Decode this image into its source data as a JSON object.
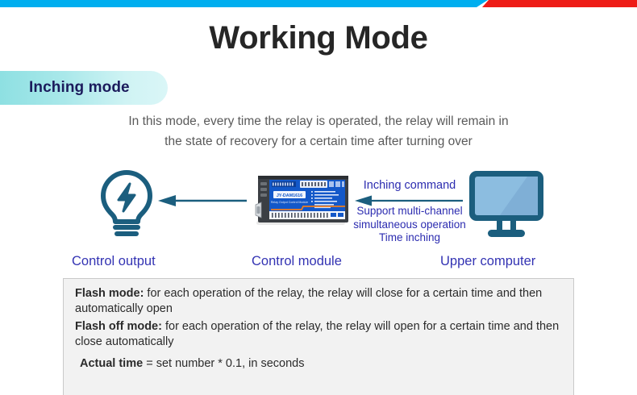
{
  "top_bar": {
    "left_color": "#00AEEF",
    "right_color": "#EE1C17"
  },
  "header": {
    "title": "Working Mode"
  },
  "mode_tag": {
    "label": "Inching mode",
    "gradient_from": "#8EE0E2",
    "gradient_to": "#DAF6F7",
    "text_color": "#1B1B5C"
  },
  "description": {
    "line1": "In this mode, every time the relay is operated, the relay will remain in",
    "line2": "the state of recovery for a certain time after turning over"
  },
  "diagram": {
    "icon_color": "#1B5E7E",
    "arrow_color": "#1B5E7E",
    "bulb_icon": "lightbulb-lightning-icon",
    "module_icon": "relay-control-module-icon",
    "monitor_icon": "desktop-monitor-icon",
    "arrow_left_icon": "arrow-left-icon",
    "command_label": "Inching command",
    "support_lines": [
      "Support multi-channel",
      "simultaneous operation",
      "Time inching"
    ],
    "label_color": "#2C2CB0"
  },
  "captions": {
    "color": "#3333B3",
    "control_output": "Control output",
    "control_module": "Control module",
    "upper_computer": "Upper computer"
  },
  "info_box": {
    "background": "#F2F2F2",
    "border": "#C9C9C9",
    "items": [
      {
        "term": "Flash mode:",
        "text": " for each operation of the relay, the relay will close for a certain time and then automatically open"
      },
      {
        "term": "Flash off mode:",
        "text": " for each operation of the relay, the relay will open for a certain time and then close automatically"
      },
      {
        "term": "Actual time",
        "text": " = set number * 0.1, in seconds"
      }
    ]
  }
}
